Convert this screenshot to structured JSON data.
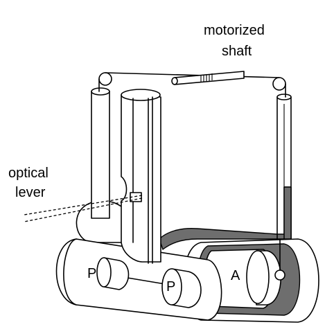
{
  "labels": {
    "motor_line1": "motorized",
    "motor_line2": "shaft",
    "optical_line1": "optical",
    "optical_line2": "lever",
    "piston_left": "P",
    "piston_middle": "P",
    "piston_right": "A"
  },
  "colors": {
    "fluid": "#6e6e6e",
    "outline": "#000000",
    "background": "#ffffff"
  }
}
